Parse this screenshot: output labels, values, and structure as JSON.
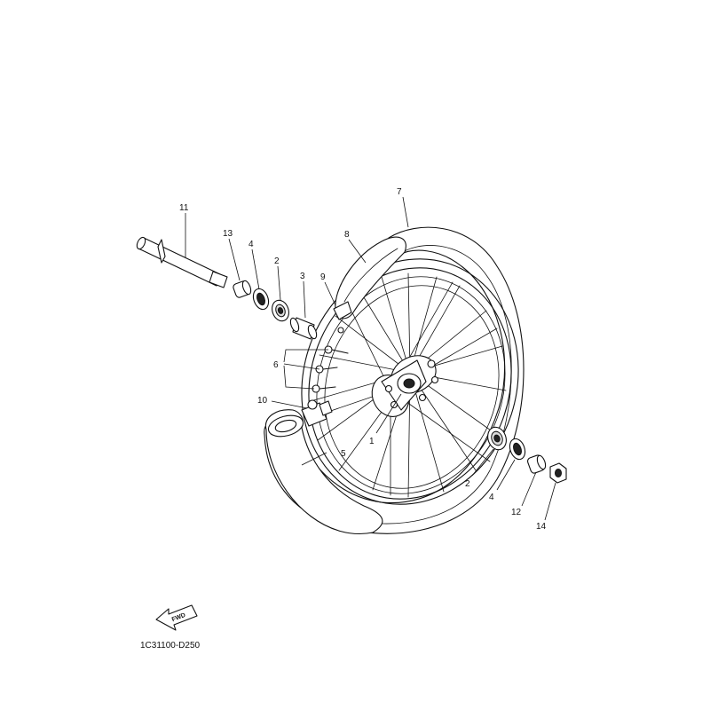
{
  "diagram": {
    "drawing_code": "1C31100-D250",
    "forward_arrow_text": "FWD",
    "callouts": [
      {
        "id": "1",
        "label": "1"
      },
      {
        "id": "2a",
        "label": "2"
      },
      {
        "id": "2b",
        "label": "2"
      },
      {
        "id": "3",
        "label": "3"
      },
      {
        "id": "4a",
        "label": "4"
      },
      {
        "id": "4b",
        "label": "4"
      },
      {
        "id": "5",
        "label": "5"
      },
      {
        "id": "6",
        "label": "6"
      },
      {
        "id": "7",
        "label": "7"
      },
      {
        "id": "8",
        "label": "8"
      },
      {
        "id": "9",
        "label": "9"
      },
      {
        "id": "10",
        "label": "10"
      },
      {
        "id": "11",
        "label": "11"
      },
      {
        "id": "12",
        "label": "12"
      },
      {
        "id": "13",
        "label": "13"
      },
      {
        "id": "14",
        "label": "14"
      }
    ]
  }
}
